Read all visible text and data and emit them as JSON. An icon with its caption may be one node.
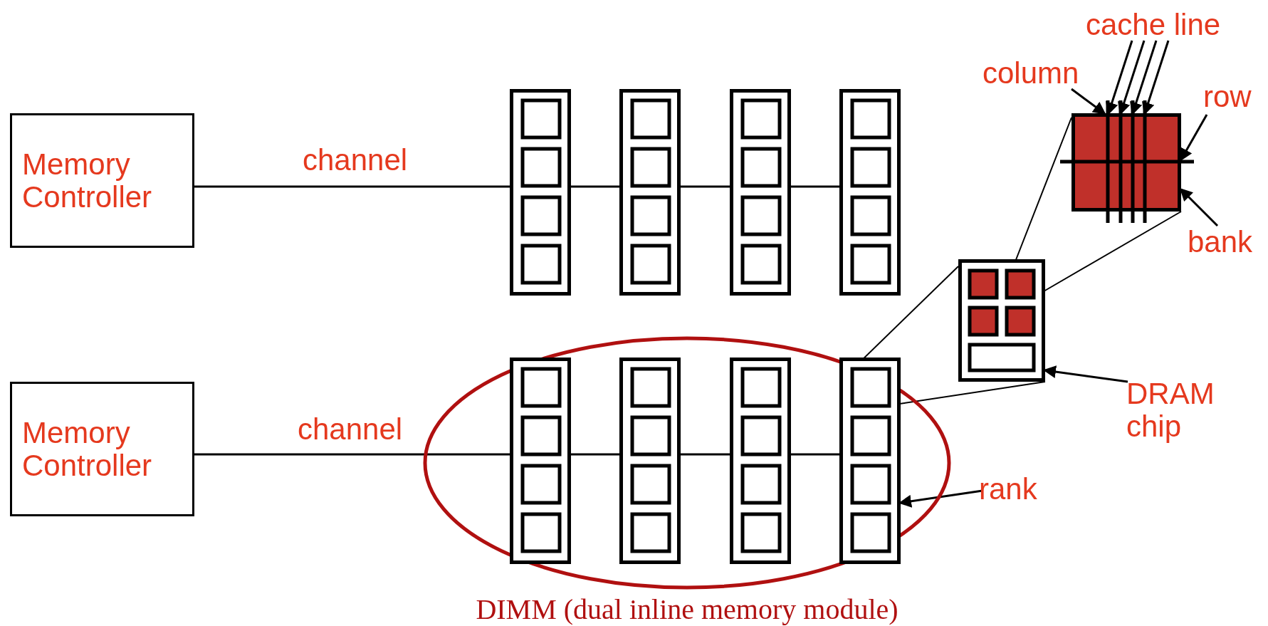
{
  "diagram": {
    "nodes": [
      {
        "text": [
          "cache line"
        ]
      },
      {
        "text": [
          "column"
        ]
      },
      {
        "text": [
          "row"
        ]
      },
      {
        "text": [],
        "shape": "box"
      },
      {
        "text": [
          "bank"
        ]
      },
      {
        "text": [
          "Memory Controller"
        ]
      },
      {
        "text": [],
        "shape": "box"
      },
      {
        "text": [],
        "shape": "box"
      },
      {
        "text": [],
        "shape": "box"
      },
      {
        "text": [],
        "shape": "box"
      },
      {
        "text": [],
        "shape": "box"
      },
      {
        "text": [
          "DIMM (dual inline memory module)"
        ]
      },
      {
        "text": [
          "Memory Controller"
        ]
      },
      {
        "text": [],
        "shape": "box",
        "in": 11
      },
      {
        "text": [],
        "shape": "box",
        "in": 11
      },
      {
        "text": [],
        "shape": "box",
        "in": 11
      },
      {
        "text": [],
        "shape": "box",
        "in": 11
      },
      {
        "text": [
          "DRAM chip"
        ]
      },
      {
        "text": [
          "rank"
        ]
      }
    ],
    "edges": [
      {
        "from": 0,
        "to": 3,
        "arrow": "to"
      },
      {
        "from": 0,
        "to": 3,
        "arrow": "to"
      },
      {
        "from": 0,
        "to": 3,
        "arrow": "to"
      },
      {
        "from": 0,
        "to": 3,
        "arrow": "to"
      },
      {
        "from": 1,
        "to": 3,
        "arrow": "to"
      },
      {
        "from": 2,
        "to": 3,
        "arrow": "to"
      },
      {
        "from": 4,
        "to": 3,
        "arrow": "to"
      },
      {
        "from": 17,
        "to": 10,
        "arrow": "to"
      },
      {
        "from": 18,
        "to": 16,
        "arrow": "to"
      },
      {
        "from": 5,
        "to": 6,
        "arrow": "none",
        "label": "channel"
      },
      {
        "from": 6,
        "to": 7,
        "arrow": "none"
      },
      {
        "from": 7,
        "to": 8,
        "arrow": "none"
      },
      {
        "from": 8,
        "to": 9,
        "arrow": "none"
      },
      {
        "from": 12,
        "to": 13,
        "arrow": "none",
        "label": "channel"
      },
      {
        "from": 13,
        "to": 14,
        "arrow": "none"
      },
      {
        "from": 14,
        "to": 15,
        "arrow": "none"
      },
      {
        "from": 15,
        "to": 16,
        "arrow": "none"
      },
      {
        "from": 16,
        "to": 10,
        "arrow": "none"
      },
      {
        "from": 16,
        "to": 10,
        "arrow": "none"
      },
      {
        "from": 10,
        "to": 3,
        "arrow": "none"
      },
      {
        "from": 10,
        "to": 3,
        "arrow": "none"
      }
    ]
  }
}
